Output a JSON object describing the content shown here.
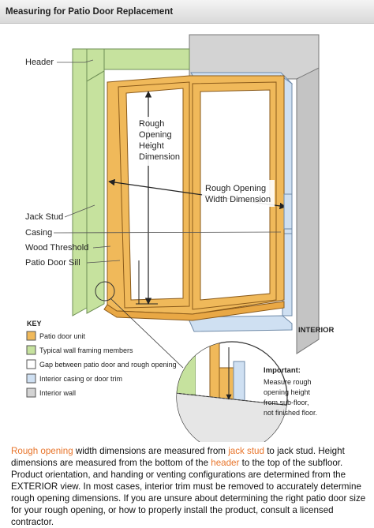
{
  "title": "Measuring for Patio Door Replacement",
  "labels": {
    "header": "Header",
    "rough_opening_height": [
      "Rough",
      "Opening",
      "Height",
      "Dimension"
    ],
    "rough_opening_width": [
      "Rough Opening",
      "Width Dimension"
    ],
    "jack_stud": "Jack Stud",
    "casing": "Casing",
    "wood_threshold": "Wood Threshold",
    "patio_door_sill": "Patio Door Sill",
    "interior": "INTERIOR"
  },
  "key": {
    "title": "KEY",
    "items": [
      {
        "label": "Patio door unit",
        "color": "#f0b95a"
      },
      {
        "label": "Typical wall framing members",
        "color": "#c6e29e"
      },
      {
        "label": "Gap between patio door and rough opening",
        "color": "#ffffff"
      },
      {
        "label": "Interior casing or door trim",
        "color": "#cfe0f2"
      },
      {
        "label": "Interior wall",
        "color": "#d3d3d3"
      }
    ]
  },
  "important": {
    "title": "Important:",
    "lines": [
      "Measure rough",
      "opening height",
      "from sub-floor,",
      "not finished floor."
    ]
  },
  "caption": {
    "p1": "Rough opening",
    "p2": " width dimensions are measured from ",
    "p3": "jack stud",
    "p4": " to jack stud. Height dimensions are measured from the bottom of the ",
    "p5": "header",
    "p6": " to the top of the subfloor. Product orientation, and handing or venting configurations are determined from the EXTERIOR view. In most cases, interior trim must be removed to accurately determine rough opening dimensions. If you are unsure about determining the right patio door size for your rough opening, or how to properly install the product, consult a licensed contractor."
  },
  "colors": {
    "door": "#f0b95a",
    "framing": "#c6e29e",
    "casing": "#cfe0f2",
    "wall": "#d3d3d3",
    "accent": "#e8742a"
  }
}
